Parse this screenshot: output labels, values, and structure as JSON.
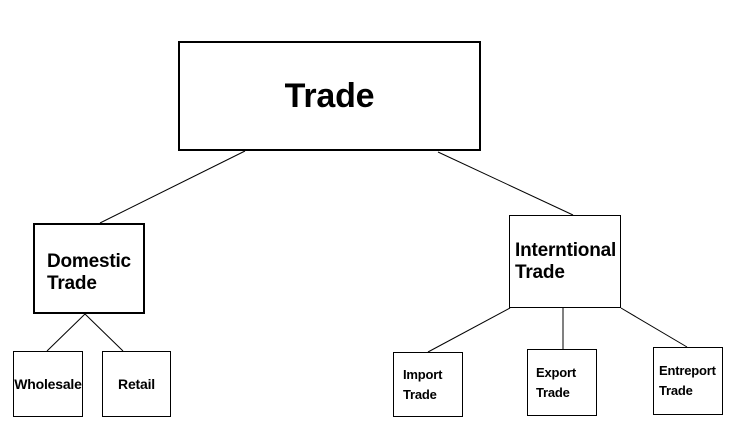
{
  "canvas": {
    "background_color": "#ffffff",
    "line_color": "#000000",
    "box_border_color": "#000000",
    "text_color": "#000000"
  },
  "nodes": {
    "trade": {
      "label": "Trade"
    },
    "domestic_trade": {
      "label": "Domestic\nTrade"
    },
    "international_trade": {
      "label": "Interntional\nTrade"
    },
    "wholesale": {
      "label": "Wholesale"
    },
    "retail": {
      "label": "Retail"
    },
    "import_trade": {
      "label": "Import\nTrade"
    },
    "export_trade": {
      "label": "Export\nTrade"
    },
    "entreport_trade": {
      "label": "Entreport\nTrade"
    }
  },
  "edges": [
    {
      "from": "trade",
      "to": "domestic_trade"
    },
    {
      "from": "trade",
      "to": "international_trade"
    },
    {
      "from": "domestic_trade",
      "to": "wholesale"
    },
    {
      "from": "domestic_trade",
      "to": "retail"
    },
    {
      "from": "international_trade",
      "to": "import_trade"
    },
    {
      "from": "international_trade",
      "to": "export_trade"
    },
    {
      "from": "international_trade",
      "to": "entreport_trade"
    }
  ]
}
